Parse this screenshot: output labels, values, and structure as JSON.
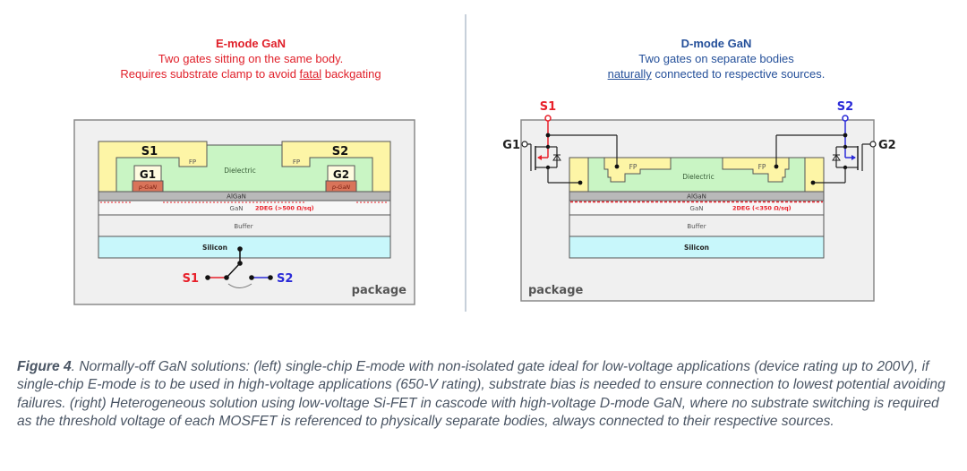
{
  "left_panel": {
    "heading": "E-mode GaN",
    "line1": "Two gates sitting on the same body.",
    "line2_pre": "Requires substrate clamp to avoid ",
    "line2_underlined": "fatal",
    "line2_post": " backgating",
    "labels": {
      "source1": "S1",
      "source2": "S2",
      "gate1": "G1",
      "gate2": "G2",
      "pgan": "p-GaN",
      "fp": "FP",
      "dielectric": "Dielectric",
      "algan": "AlGaN",
      "gan": "GaN",
      "twodeg": "2DEG (>500 Ω/sq)",
      "buffer": "Buffer",
      "silicon": "Silicon",
      "switch_s1": "S1",
      "switch_s2": "S2",
      "package": "package"
    }
  },
  "right_panel": {
    "heading": "D-mode GaN",
    "line1": "Two gates on separate bodies",
    "line2_underlined": "naturally",
    "line2_post": " connected to respective sources.",
    "labels": {
      "source1": "S1",
      "source2": "S2",
      "gate1": "G1",
      "gate2": "G2",
      "fp": "FP",
      "dielectric": "Dielectric",
      "algan": "AlGaN",
      "gan": "GaN",
      "twodeg": "2DEG (<350 Ω/sq)",
      "buffer": "Buffer",
      "silicon": "Silicon",
      "package": "package"
    }
  },
  "caption": {
    "label": "Figure 4",
    "text": ". Normally-off GaN solutions: (left) single-chip E-mode with non-isolated gate ideal for low-voltage applications (device rating up to 200V), if single-chip E-mode is to be used in high-voltage applications (650-V rating), substrate bias is needed to ensure connection to lowest potential avoiding failures. (right) Heterogeneous solution using low-voltage Si-FET in cascode with high-voltage D-mode GaN, where no substrate switching is required as the threshold voltage of each MOSFET is referenced to physically separate bodies, always connected to their respective sources."
  },
  "colors": {
    "emode_red": "#e0202a",
    "dmode_blue": "#25509a",
    "s1_red": "#e8202a",
    "s2_blue": "#2a2ad8",
    "package_bg": "#f0f0f0",
    "fp_yellow": "#fdf5a6",
    "dielectric_green": "#c9f5c4",
    "pgan_orange": "#d9745a",
    "algan_gray": "#b9b9b9",
    "silicon_cyan": "#c8f7fb"
  }
}
